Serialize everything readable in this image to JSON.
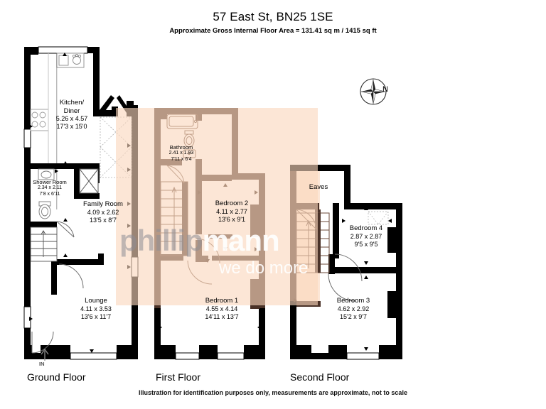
{
  "header": {
    "title": "57 East St, BN25 1SE",
    "subtitle": "Approximate Gross Internal Floor Area = 131.41 sq m / 1415 sq ft"
  },
  "footer": {
    "note": "Illustration for identification purposes only, measurements are approximate, not to scale"
  },
  "compass": {
    "north_label": "N",
    "icon": "compass-rose-icon"
  },
  "entrance": {
    "label": "IN"
  },
  "watermark": {
    "brand_part1": "phillip",
    "brand_part2": "mann",
    "tagline": "we do more"
  },
  "floors": [
    {
      "id": "ground",
      "label": "Ground Floor",
      "rooms": [
        {
          "name": "Kitchen/\nDiner",
          "name_line1": "Kitchen/",
          "name_line2": "Diner",
          "metric": "5.26 x 4.57",
          "imperial": "17'3 x 15'0"
        },
        {
          "name": "Shower Room",
          "metric": "2.34 x 2.11",
          "imperial": "7'8 x 6'11"
        },
        {
          "name": "Family Room",
          "metric": "4.09 x 2.62",
          "imperial": "13'5 x 8'7"
        },
        {
          "name": "Lounge",
          "metric": "4.11 x 3.53",
          "imperial": "13'6 x 11'7"
        }
      ]
    },
    {
      "id": "first",
      "label": "First Floor",
      "rooms": [
        {
          "name": "Bathroom",
          "metric": "2.41 x 1.93",
          "imperial": "7'11 x 6'4"
        },
        {
          "name": "Bedroom 2",
          "metric": "4.11 x 2.77",
          "imperial": "13'6 x 9'1"
        },
        {
          "name": "Bedroom 1",
          "metric": "4.55 x 4.14",
          "imperial": "14'11 x 13'7"
        }
      ]
    },
    {
      "id": "second",
      "label": "Second Floor",
      "rooms": [
        {
          "name": "Eaves",
          "metric": "",
          "imperial": ""
        },
        {
          "name": "Bedroom 4",
          "metric": "2.87 x 2.87",
          "imperial": "9'5 x 9'5"
        },
        {
          "name": "Bedroom 3",
          "metric": "4.62 x 2.92",
          "imperial": "15'2 x 9'7"
        }
      ]
    }
  ],
  "colors": {
    "wall": "#000000",
    "wall_tinted": "#4a3228",
    "floor_tint": "#fad7bd",
    "background": "#ffffff"
  }
}
